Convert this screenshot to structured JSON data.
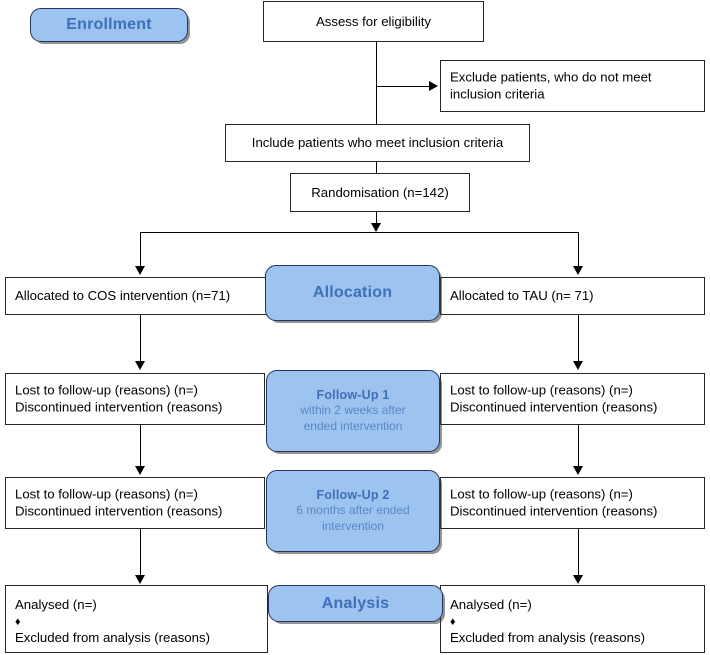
{
  "diagram": {
    "title": "CONSORT participant flow diagram",
    "accent_blue_fill": "#9dc3f0",
    "accent_blue_text": "#3f6fb8",
    "box_border": "#262626"
  },
  "stages": {
    "enrollment": {
      "label": "Enrollment"
    },
    "allocation": {
      "label": "Allocation"
    },
    "followup1": {
      "label": "Follow-Up 1",
      "sub_line1": "within 2 weeks after",
      "sub_line2": "ended intervention"
    },
    "followup2": {
      "label": "Follow-Up 2",
      "sub_line1": "6 months after ended",
      "sub_line2": "intervention"
    },
    "analysis": {
      "label": "Analysis"
    }
  },
  "enrollment_flow": {
    "assess": "Assess for eligibility",
    "exclude_line1": "Exclude patients, who do not meet",
    "exclude_line2": "inclusion criteria",
    "include": "Include patients who meet inclusion criteria",
    "randomisation": "Randomisation (n=142)"
  },
  "allocation_row": {
    "left": "Allocated to COS intervention (n=71)",
    "right": "Allocated to TAU (n= 71)"
  },
  "followup1_row": {
    "left_line1": "Lost to follow-up (reasons) (n=)",
    "left_line2": "Discontinued intervention (reasons)",
    "right_line1": "Lost to follow-up (reasons) (n=)",
    "right_line2": "Discontinued intervention (reasons)"
  },
  "followup2_row": {
    "left_line1": "Lost to follow-up (reasons) (n=)",
    "left_line2": "Discontinued intervention (reasons)",
    "right_line1": "Lost to follow-up (reasons) (n=)",
    "right_line2": "Discontinued intervention (reasons)"
  },
  "analysis_row": {
    "left_line1": "Analysed  (n=)",
    "left_bullet": "♦",
    "left_line2": "Excluded from analysis (reasons)",
    "right_line1": "Analysed  (n=)",
    "right_bullet": "♦",
    "right_line2": "Excluded from analysis (reasons)"
  }
}
